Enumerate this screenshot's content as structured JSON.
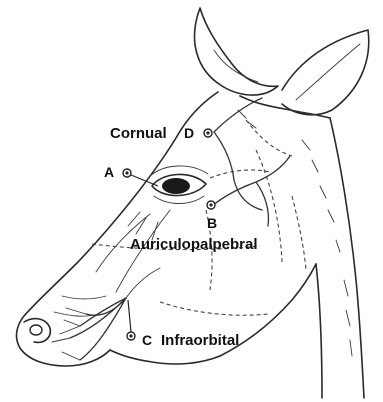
{
  "labels": {
    "cornual": "Cornual",
    "d": "D",
    "a": "A",
    "b": "B",
    "auriculopalpebral": "Auriculopalpebral",
    "c": "C",
    "infraorbital": "Infraorbital"
  },
  "colors": {
    "line": "#2a2a2a",
    "background": "#ffffff",
    "text": "#111111"
  }
}
